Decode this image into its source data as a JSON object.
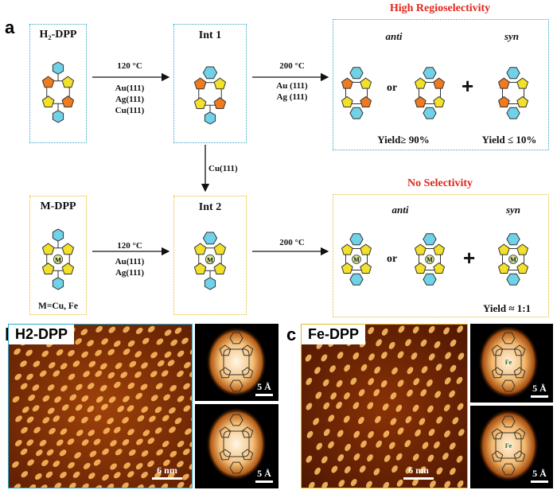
{
  "panel_a": {
    "letter": "a",
    "row1": {
      "start_box_title": "H₂-DPP",
      "cond1": [
        "120 °C",
        "Au(111)",
        "Ag(111)",
        "Cu(111)"
      ],
      "int_title": "Int 1",
      "cond2": [
        "200 °C",
        "Au (111)",
        "Ag (111)"
      ],
      "header": "High Regioselectivity",
      "anti_label": "anti",
      "syn_label": "syn",
      "or_label": "or",
      "plus_label": "+",
      "yield_anti": "Yield≥ 90%",
      "yield_syn": "Yield ≤ 10%"
    },
    "vertical_cond": "Cu(111)",
    "row2": {
      "start_box_title": "M-DPP",
      "metal_note": "M=Cu, Fe",
      "cond1": [
        "120 °C",
        "Au(111)",
        "Ag(111)"
      ],
      "int_title": "Int 2",
      "cond2": [
        "200 °C"
      ],
      "header": "No Selectivity",
      "anti_label": "anti",
      "syn_label": "syn",
      "or_label": "or",
      "plus_label": "+",
      "yield": "Yield ≈ 1:1",
      "metal_symbol": "M"
    }
  },
  "panel_b": {
    "letter": "b",
    "label": "H2-DPP",
    "scale_main": "6 nm",
    "scale_zoom_top": "5 Å",
    "scale_zoom_bottom": "5 Å"
  },
  "panel_c": {
    "letter": "c",
    "label": "Fe-DPP",
    "scale_main": "6 nm",
    "scale_zoom_top": "5 Å",
    "scale_zoom_bottom": "5 Å",
    "metal_symbol": "Fe"
  },
  "colors": {
    "thiophene": "#f2e02a",
    "pyrrole": "#f07a1e",
    "phenyl": "#6fd2e8",
    "metal": "#d6e69a",
    "box_blue": "#29a8c9",
    "box_yellow": "#e8b820",
    "header_red": "#e3261b"
  }
}
